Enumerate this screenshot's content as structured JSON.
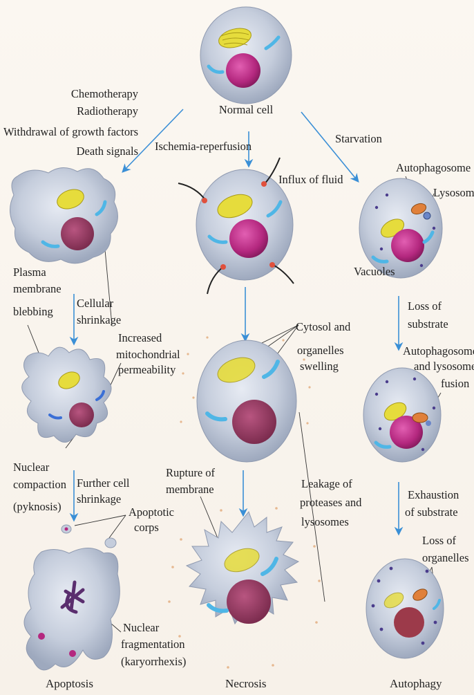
{
  "stimuli": {
    "apoptosis": [
      "Chemotherapy",
      "Radiotherapy",
      "Withdrawal of growth factors",
      "Death signals"
    ],
    "necrosis": "Ischemia-reperfusion",
    "autophagy": "Starvation"
  },
  "cells": {
    "normal": "Normal cell"
  },
  "necrosis": {
    "influx": "Influx of fluid",
    "swelling": [
      "Cytosol and",
      "organelles",
      "swelling"
    ],
    "rupture": [
      "Rupture of",
      "membrane"
    ],
    "leakage": [
      "Leakage of",
      "proteases and",
      "lysosomes"
    ]
  },
  "apoptosis": {
    "blebbing": [
      "Plasma",
      "membrane",
      "blebbing"
    ],
    "shrinkage": [
      "Cellular",
      "shrinkage"
    ],
    "mito": [
      "Increased",
      "mitochondrial",
      "permeability"
    ],
    "compaction": [
      "Nuclear",
      "compaction",
      "(pyknosis)"
    ],
    "further": [
      "Further cell",
      "shrinkage"
    ],
    "corps": [
      "Apoptotic",
      "corps"
    ],
    "fragmentation": [
      "Nuclear",
      "fragmentation",
      "(karyorrhexis)"
    ]
  },
  "autophagy": {
    "autophagosome": "Autophagosome",
    "lysosome": "Lysosome",
    "vacuoles": "Vacuoles",
    "loss_substrate": [
      "Loss of",
      "substrate"
    ],
    "fusion": [
      "Autophagosome",
      "and lysosome",
      "fusion"
    ],
    "exhaustion": [
      "Exhaustion",
      "of substrate"
    ],
    "loss_organelles": [
      "Loss of",
      "organelles"
    ]
  },
  "outcomes": {
    "apoptosis": "Apoptosis",
    "necrosis": "Necrosis",
    "autophagy": "Autophagy"
  },
  "colors": {
    "arrow": "#3a8fd6",
    "cell_body": "#c4ccdc",
    "nucleus": "#b23a86",
    "golgi": "#e6dc3c",
    "mito": "#4fb6e6"
  }
}
